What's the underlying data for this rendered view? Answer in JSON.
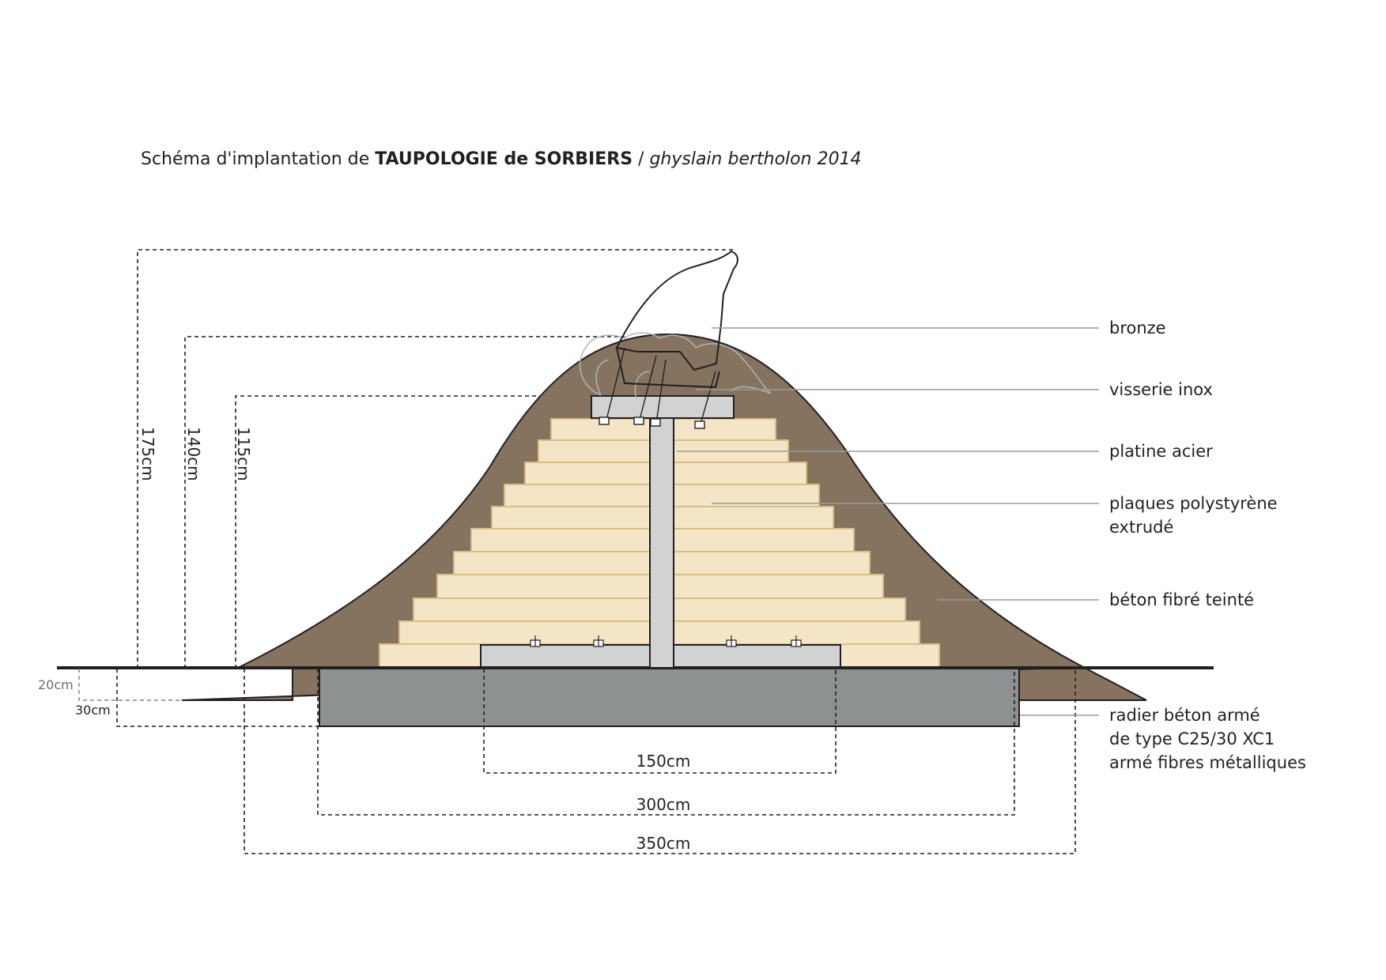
{
  "title": {
    "prefix": "Schéma d'implantation de ",
    "bold": "TAUPOLOGIE de SORBIERS",
    "separator": " / ",
    "italic": "ghyslain bertholon 2014"
  },
  "labels": {
    "bronze": "bronze",
    "visserie": "visserie inox",
    "platine": "platine acier",
    "plaques_line1": "plaques polystyrène",
    "plaques_line2": "extrudé",
    "beton": "béton fibré teinté",
    "radier_line1": "radier béton armé",
    "radier_line2": "de type C25/30 XC1",
    "radier_line3": "armé fibres métalliques"
  },
  "dimensions": {
    "h175": "175cm",
    "h140": "140cm",
    "h115": "115cm",
    "d20": "20cm",
    "d30": "30cm",
    "w150": "150cm",
    "w300": "300cm",
    "w350": "350cm"
  },
  "colors": {
    "mound": "#85735f",
    "polystyrene": "#f3e5c6",
    "polystyrene_edge": "#d9bd86",
    "steel": "#d1d2d4",
    "raft": "#8e9192",
    "ink": "#231f20"
  }
}
